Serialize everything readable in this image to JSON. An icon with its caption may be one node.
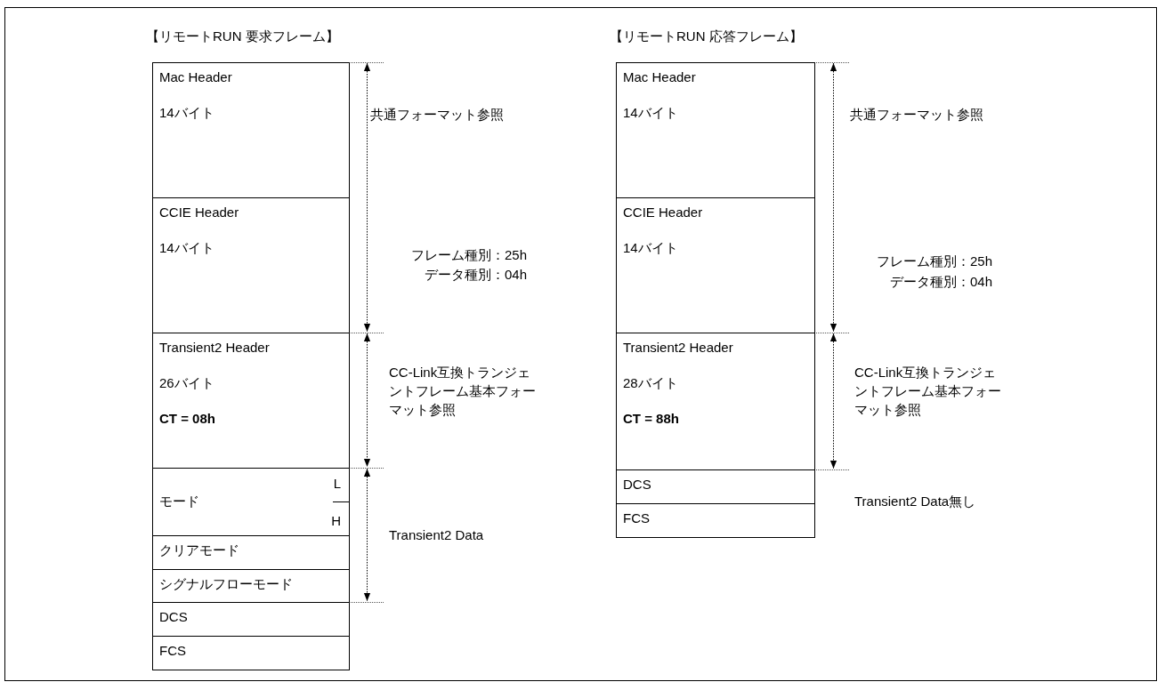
{
  "diagram": {
    "nodes": [
      {
        "text": [
          "【リモートRUN 要求フレーム】"
        ]
      },
      {
        "text": [
          "Mac Header",
          "14バイト"
        ],
        "in": 0
      },
      {
        "text": [
          "CCIE Header",
          "14バイト"
        ],
        "in": 0
      },
      {
        "text": [
          "Transient2 Header",
          "26バイト",
          "CT = 08h"
        ],
        "in": 0
      },
      {
        "text": [
          "モード",
          "L",
          "H"
        ],
        "in": 0
      },
      {
        "text": [
          "クリアモード"
        ],
        "in": 0
      },
      {
        "text": [
          "シグナルフローモード"
        ],
        "in": 0
      },
      {
        "text": [
          "DCS"
        ],
        "in": 0
      },
      {
        "text": [
          "FCS"
        ],
        "in": 0
      },
      {
        "text": [
          "【リモートRUN 応答フレーム】"
        ]
      },
      {
        "text": [
          "Mac Header",
          "14バイト"
        ],
        "in": 9
      },
      {
        "text": [
          "CCIE Header",
          "14バイト"
        ],
        "in": 9
      },
      {
        "text": [
          "Transient2 Header",
          "28バイト",
          "CT = 88h"
        ],
        "in": 9
      },
      {
        "text": [
          "DCS"
        ],
        "in": 9
      },
      {
        "text": [
          "FCS"
        ],
        "in": 9
      }
    ],
    "labels": [
      "共通フォーマット参照",
      "フレーム種別：25h",
      "データ種別：04h",
      "CC-Link互換トランジェントフレーム基本フォーマット参照",
      "Transient2 Data",
      "共通フォーマット参照",
      "フレーム種別：25h",
      "データ種別：04h",
      "CC-Link互換トランジェントフレーム基本フォーマット参照",
      "Transient2 Data無し"
    ]
  }
}
